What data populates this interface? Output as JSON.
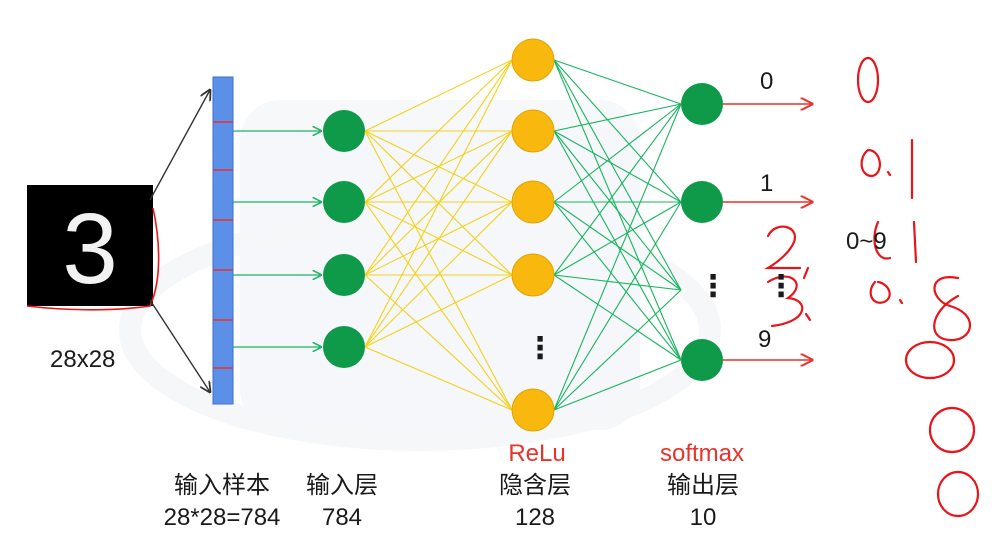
{
  "image": {
    "digit": "3",
    "size_label": "28x28"
  },
  "output_labels": [
    "0",
    "1",
    "9"
  ],
  "range_label": "0~9",
  "activations": {
    "hidden": "ReLu",
    "output": "softmax"
  },
  "layers": {
    "samples": {
      "name": "输入样本",
      "size": "28*28=784"
    },
    "input": {
      "name": "输入层",
      "size": "784"
    },
    "hidden": {
      "name": "隐含层",
      "size": "128"
    },
    "output": {
      "name": "输出层",
      "size": "10"
    }
  },
  "ellipsis": "⋮",
  "handwriting": [
    "0",
    "0.1",
    "2,",
    "3,",
    "0.1",
    "0.8",
    "0",
    "0",
    "0"
  ],
  "colors": {
    "input_node": "#0e9a48",
    "hidden_node": "#f9b80d",
    "output_node": "#0e9a48",
    "vector_bar": "#5b8fe8",
    "yellow_edge": "#f2d21a",
    "green_edge": "#19b55e",
    "red_arrow": "#e8322a",
    "handwriting": "#e8141a"
  }
}
